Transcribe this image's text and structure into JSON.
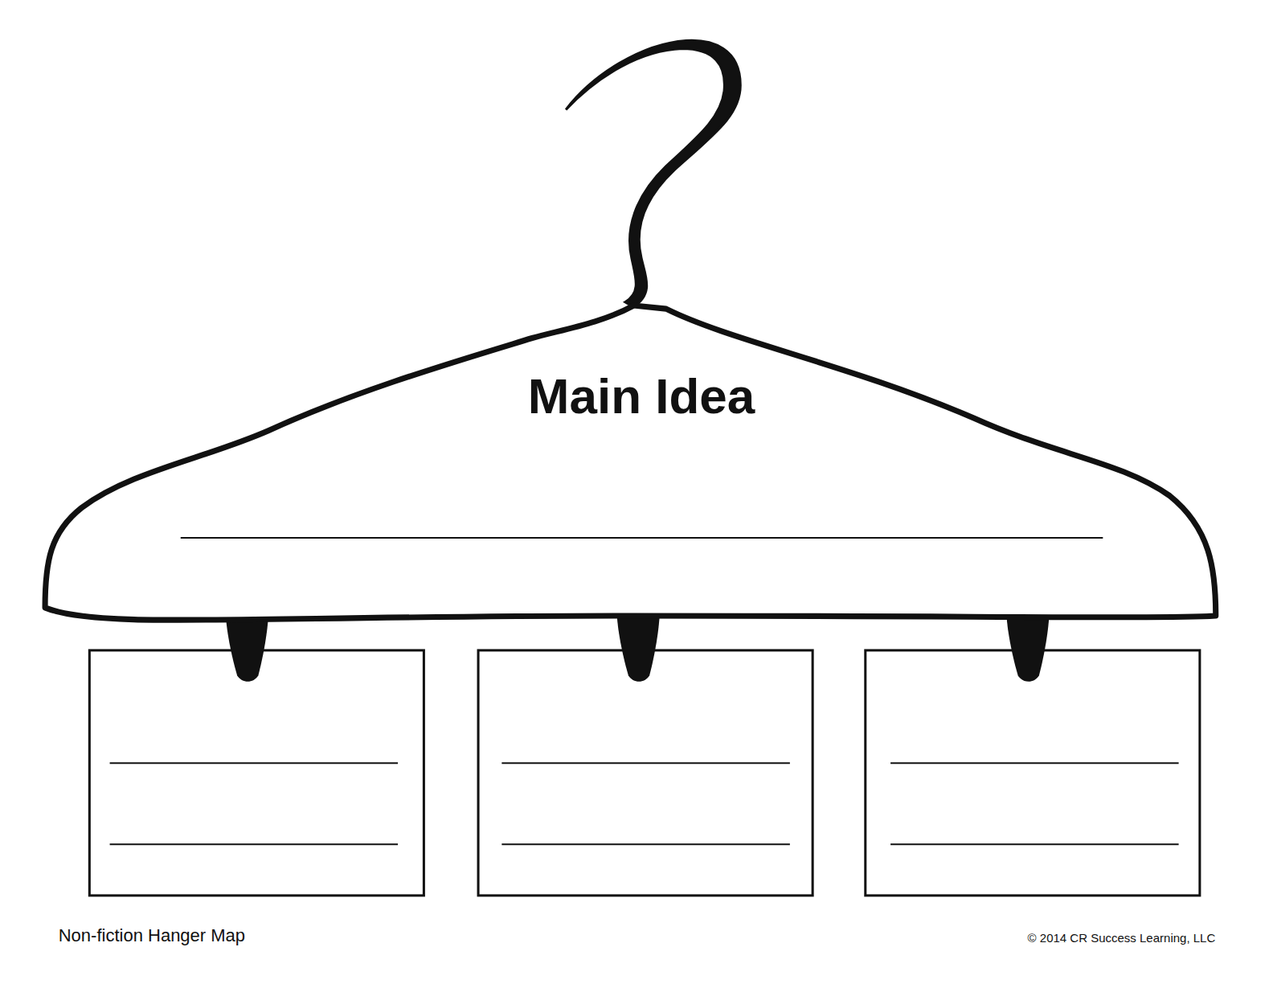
{
  "diagram": {
    "nodes": [
      {
        "text": [
          "Main Idea"
        ]
      }
    ],
    "labels": [
      "Non-fiction Hanger Map",
      "© 2014 CR Success Learning, LLC"
    ]
  }
}
